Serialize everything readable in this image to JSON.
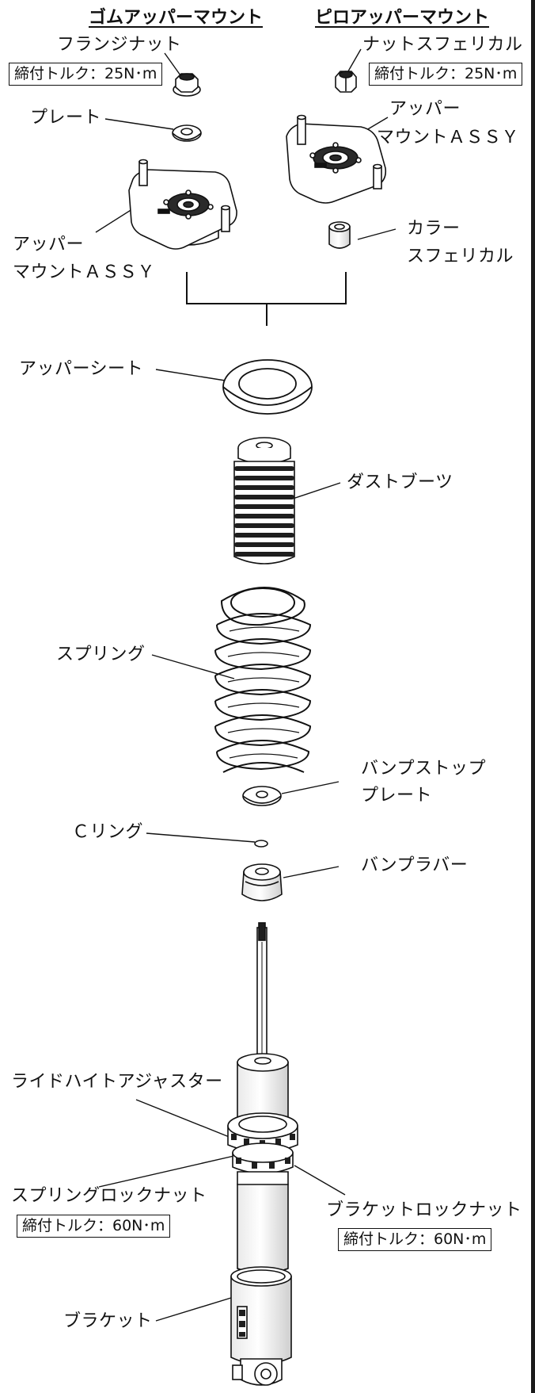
{
  "headers": {
    "rubber": "ゴムアッパーマウント",
    "pillow": "ピロアッパーマウント"
  },
  "labels": {
    "flange_nut": "フランジナット",
    "torque_rubber_nut": "締付トルク：25N･m",
    "nut_spherical": "ナットスフェリカル",
    "torque_pillow_nut": "締付トルク：25N･m",
    "plate": "プレート",
    "upper_mount_assy_right_1": "アッパー",
    "upper_mount_assy_right_2": "マウントＡＳＳＹ",
    "upper_mount_assy_left_1": "アッパー",
    "upper_mount_assy_left_2": "マウントＡＳＳＹ",
    "collar_spherical_1": "カラー",
    "collar_spherical_2": "スフェリカル",
    "upper_seat": "アッパーシート",
    "dust_boot": "ダストブーツ",
    "spring": "スプリング",
    "bump_stop_plate_1": "バンプストップ",
    "bump_stop_plate_2": "プレート",
    "c_ring": "Ｃリング",
    "bump_rubber": "バンプラバー",
    "ride_height_adjuster": "ライドハイトアジャスター",
    "spring_lock_nut": "スプリングロックナット",
    "torque_spring_lock": "締付トルク：60N･m",
    "bracket_lock_nut": "ブラケットロックナット",
    "torque_bracket_lock": "締付トルク：60N･m",
    "bracket": "ブラケット"
  },
  "colors": {
    "ink": "#111111",
    "shade": "#3a3a3a",
    "part_fill": "#ffffff"
  }
}
